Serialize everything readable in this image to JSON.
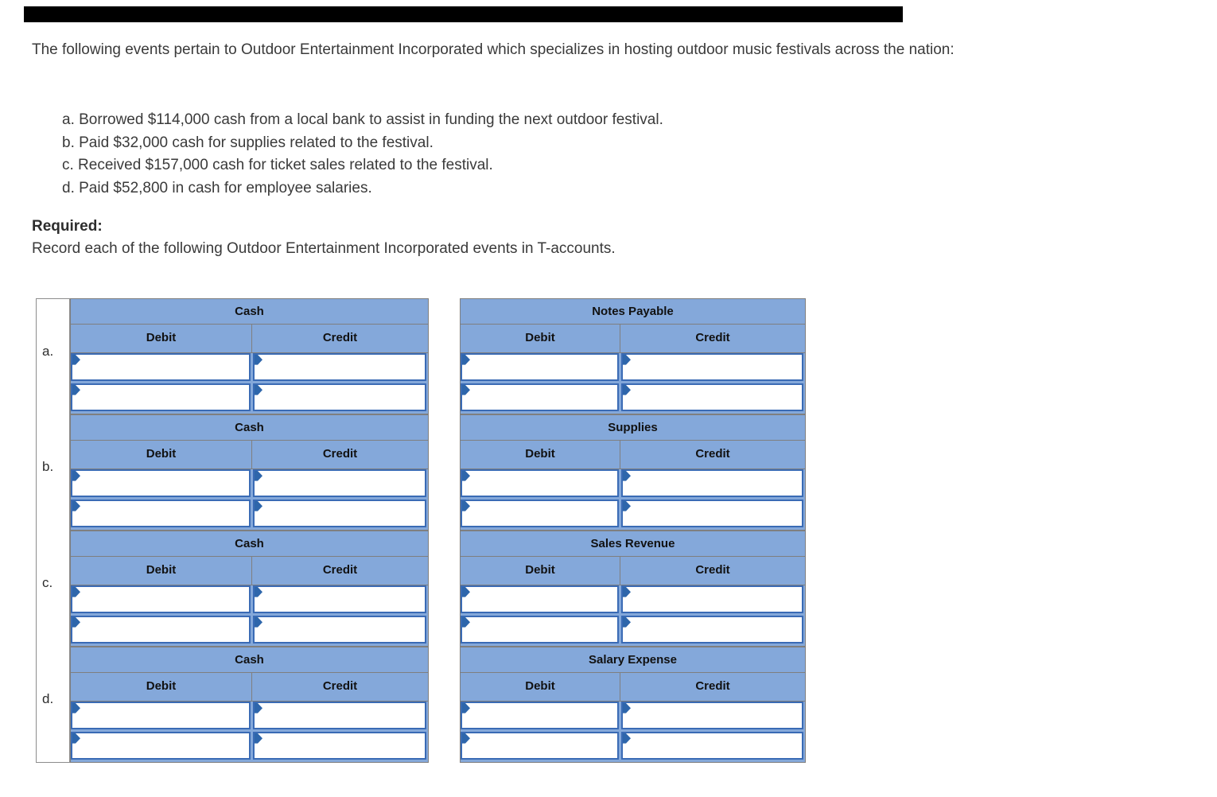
{
  "redaction_bar": {
    "color": "#000000"
  },
  "intro_paragraph": "The following events pertain to Outdoor Entertainment Incorporated which specializes in hosting outdoor music festivals across the nation:",
  "events": [
    "a. Borrowed $114,000 cash from a local bank to assist in funding the next outdoor festival.",
    "b. Paid $32,000 cash for supplies related to the festival.",
    "c. Received $157,000 cash for ticket sales related to the festival.",
    "d. Paid $52,800 in cash for employee salaries."
  ],
  "required": {
    "heading": "Required:",
    "instruction": "Record each of the following Outdoor Entertainment Incorporated events in T-accounts."
  },
  "taccounts": {
    "debit_label": "Debit",
    "credit_label": "Credit",
    "rows": [
      {
        "label": "a.",
        "left_account": "Cash",
        "right_account": "Notes Payable",
        "left_cells": [
          "",
          "",
          "",
          ""
        ],
        "right_cells": [
          "",
          "",
          "",
          ""
        ]
      },
      {
        "label": "b.",
        "left_account": "Cash",
        "right_account": "Supplies",
        "left_cells": [
          "",
          "",
          "",
          ""
        ],
        "right_cells": [
          "",
          "",
          "",
          ""
        ]
      },
      {
        "label": "c.",
        "left_account": "Cash",
        "right_account": "Sales Revenue",
        "left_cells": [
          "",
          "",
          "",
          ""
        ],
        "right_cells": [
          "",
          "",
          "",
          ""
        ]
      },
      {
        "label": "d.",
        "left_account": "Cash",
        "right_account": "Salary Expense",
        "left_cells": [
          "",
          "",
          "",
          ""
        ],
        "right_cells": [
          "",
          "",
          "",
          ""
        ]
      }
    ]
  },
  "colors": {
    "header_blue": "#84a8da",
    "cell_border_blue": "#3a6bb5",
    "marker_blue": "#2e66ab",
    "grid_gray": "#7f7f7f",
    "redaction_black": "#000000"
  }
}
